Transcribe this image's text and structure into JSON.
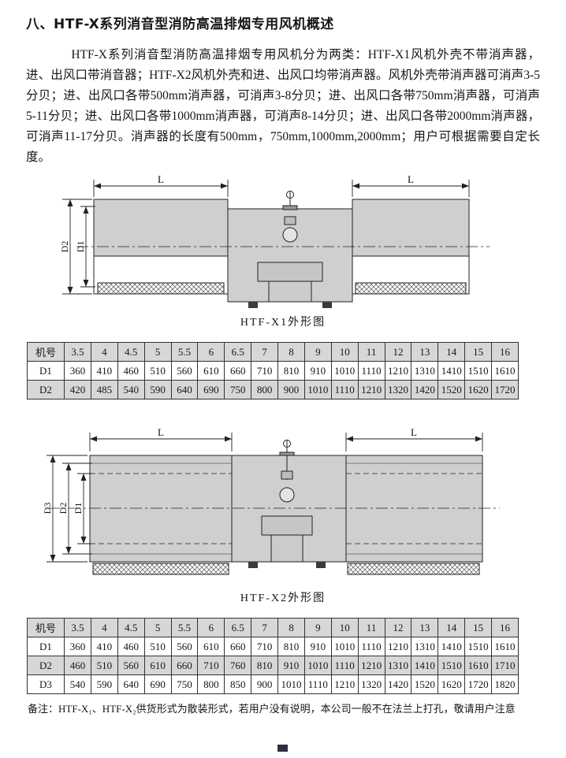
{
  "title": "八、HTF-X系列消音型消防高温排烟专用风机概述",
  "paragraph": "HTF-X系列消音型消防高温排烟专用风机分为两类：HTF-X1风机外壳不带消声器，进、出风口带消音器；HTF-X2风机外壳和进、出风口均带消声器。风机外壳带消声器可消声3-5分贝；进、出风口各带500mm消声器，可消声3-8分贝；进、出风口各带750mm消声器，可消声5-11分贝；进、出风口各带1000mm消声器，可消声8-14分贝；进、出风口各带2000mm消声器，可消声11-17分贝。消声器的长度有500mm，750mm,1000mm,2000mm；用户可根据需要自定长度。",
  "figure1": {
    "caption": "HTF-X1外形图",
    "dim_labels": {
      "L": "L",
      "D1": "D1",
      "D2": "D2"
    }
  },
  "figure2": {
    "caption": "HTF-X2外形图",
    "dim_labels": {
      "L": "L",
      "D1": "D1",
      "D2": "D2",
      "D3": "D3"
    }
  },
  "table_x1": {
    "header": [
      "机号",
      "3.5",
      "4",
      "4.5",
      "5",
      "5.5",
      "6",
      "6.5",
      "7",
      "8",
      "9",
      "10",
      "11",
      "12",
      "13",
      "14",
      "15",
      "16"
    ],
    "rows": [
      {
        "label": "D1",
        "values": [
          "360",
          "410",
          "460",
          "510",
          "560",
          "610",
          "660",
          "710",
          "810",
          "910",
          "1010",
          "1110",
          "1210",
          "1310",
          "1410",
          "1510",
          "1610"
        ]
      },
      {
        "label": "D2",
        "values": [
          "420",
          "485",
          "540",
          "590",
          "640",
          "690",
          "750",
          "800",
          "900",
          "1010",
          "1110",
          "1210",
          "1320",
          "1420",
          "1520",
          "1620",
          "1720"
        ]
      }
    ]
  },
  "table_x2": {
    "header": [
      "机号",
      "3.5",
      "4",
      "4.5",
      "5",
      "5.5",
      "6",
      "6.5",
      "7",
      "8",
      "9",
      "10",
      "11",
      "12",
      "13",
      "14",
      "15",
      "16"
    ],
    "rows": [
      {
        "label": "D1",
        "values": [
          "360",
          "410",
          "460",
          "510",
          "560",
          "610",
          "660",
          "710",
          "810",
          "910",
          "1010",
          "1110",
          "1210",
          "1310",
          "1410",
          "1510",
          "1610"
        ]
      },
      {
        "label": "D2",
        "values": [
          "460",
          "510",
          "560",
          "610",
          "660",
          "710",
          "760",
          "810",
          "910",
          "1010",
          "1110",
          "1210",
          "1310",
          "1410",
          "1510",
          "1610",
          "1710"
        ]
      },
      {
        "label": "D3",
        "values": [
          "540",
          "590",
          "640",
          "690",
          "750",
          "800",
          "850",
          "900",
          "1010",
          "1110",
          "1210",
          "1320",
          "1420",
          "1520",
          "1620",
          "1720",
          "1820"
        ]
      }
    ]
  },
  "footnote": "备注：HTF-X₁、HTF-X₂供货形式为散装形式，若用户没有说明，本公司一般不在法兰上打孔，敬请用户注意",
  "colors": {
    "table_shade_bg": "#d7d7d7",
    "drawing_fill": "#cfcfcf",
    "line": "#222222",
    "page_mark": "#2e2e44"
  }
}
